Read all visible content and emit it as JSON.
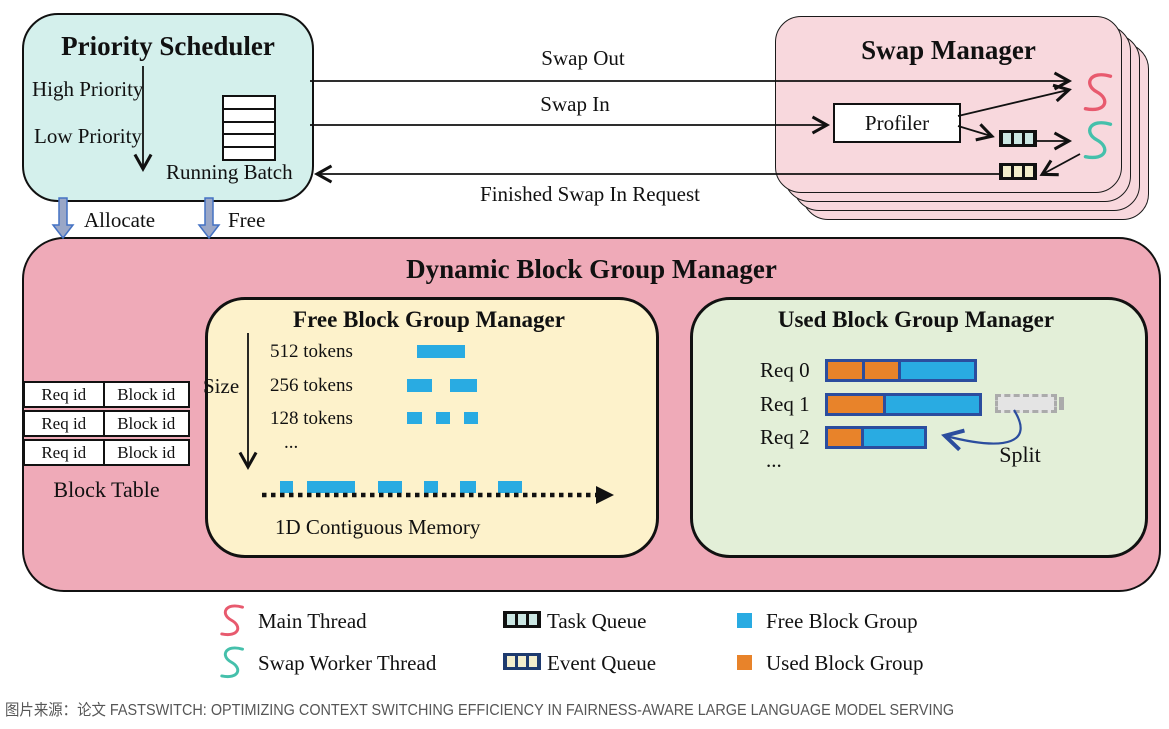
{
  "priority_scheduler": {
    "title": "Priority Scheduler",
    "high_priority": "High Priority",
    "low_priority": "Low Priority",
    "running_batch": "Running Batch"
  },
  "flows": {
    "swap_out": "Swap Out",
    "swap_in": "Swap In",
    "finished_swap_in": "Finished Swap In Request",
    "allocate": "Allocate",
    "free": "Free"
  },
  "swap_manager": {
    "title": "Swap Manager",
    "profiler": "Profiler"
  },
  "dynamic_manager": {
    "title": "Dynamic Block Group Manager",
    "block_table": {
      "label": "Block Table",
      "rows": [
        [
          "Req id",
          "Block id"
        ],
        [
          "Req id",
          "Block id"
        ],
        [
          "Req id",
          "Block id"
        ]
      ]
    },
    "free_manager": {
      "title": "Free Block Group Manager",
      "size_label": "Size",
      "rows": [
        "512 tokens",
        "256 tokens",
        "128 tokens",
        "..."
      ],
      "memory_label": "1D Contiguous Memory"
    },
    "used_manager": {
      "title": "Used Block Group Manager",
      "requests": [
        "Req 0",
        "Req 1",
        "Req 2",
        "..."
      ],
      "split_label": "Split"
    }
  },
  "legend": {
    "items": [
      {
        "icon": "main-thread-squiggle",
        "label": "Main Thread"
      },
      {
        "icon": "swap-worker-squiggle",
        "label": "Swap Worker Thread"
      },
      {
        "icon": "task-queue",
        "label": "Task Queue"
      },
      {
        "icon": "event-queue",
        "label": "Event Queue"
      },
      {
        "icon": "free-block",
        "label": "Free Block Group"
      },
      {
        "icon": "used-block",
        "label": "Used Block Group"
      }
    ]
  },
  "caption": "图片来源：论文 FASTSWITCH: OPTIMIZING CONTEXT SWITCHING EFFICIENCY IN FAIRNESS-AWARE LARGE LANGUAGE MODEL SERVING",
  "colors": {
    "scheduler_fill": "#d4f0ec",
    "swap_fill": "#f8d8dd",
    "dynamic_fill": "#efaab8",
    "free_fill": "#fdf2cb",
    "used_fill": "#e3efd8",
    "free_block_blue": "#29abe2",
    "used_block_orange": "#e8832a",
    "bar_border_navy": "#2b4d9e",
    "main_thread_red": "#e85a6e",
    "swap_worker_teal": "#45c0ab",
    "task_queue_cell": "#cbe7e3",
    "event_queue_frame": "#1e3a6e",
    "event_queue_cell": "#f3edcb"
  }
}
